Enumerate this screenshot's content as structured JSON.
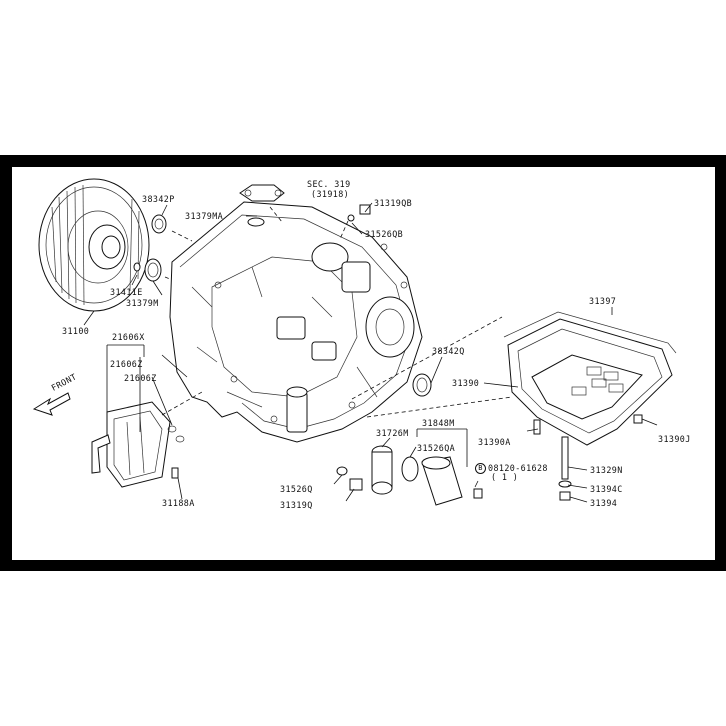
{
  "diagram": {
    "front_label": "FRONT",
    "labels": {
      "p38342P": "38342P",
      "sec319": "SEC. 319",
      "sec319sub": "(31918)",
      "p31319QB": "31319QB",
      "p31379MA": "31379MA",
      "p31526QB": "31526QB",
      "p31411E": "31411E",
      "p31379M": "31379M",
      "p31100": "31100",
      "p21606X": "21606X",
      "p21606Z_a": "21606Z",
      "p21606Z_b": "21606Z",
      "p38342Q": "38342Q",
      "p31397": "31397",
      "p31390": "31390",
      "p31848M": "31848M",
      "p31726M": "31726M",
      "p31526QA": "31526QA",
      "p31390A": "31390A",
      "p31390J": "31390J",
      "bolt_circle": "B",
      "p08120": "08120-61628",
      "p08120qty": "( 1 )",
      "p31329N": "31329N",
      "p31394C": "31394C",
      "p31394": "31394",
      "p31526Q": "31526Q",
      "p31319Q": "31319Q",
      "p31188A": "31188A"
    }
  }
}
